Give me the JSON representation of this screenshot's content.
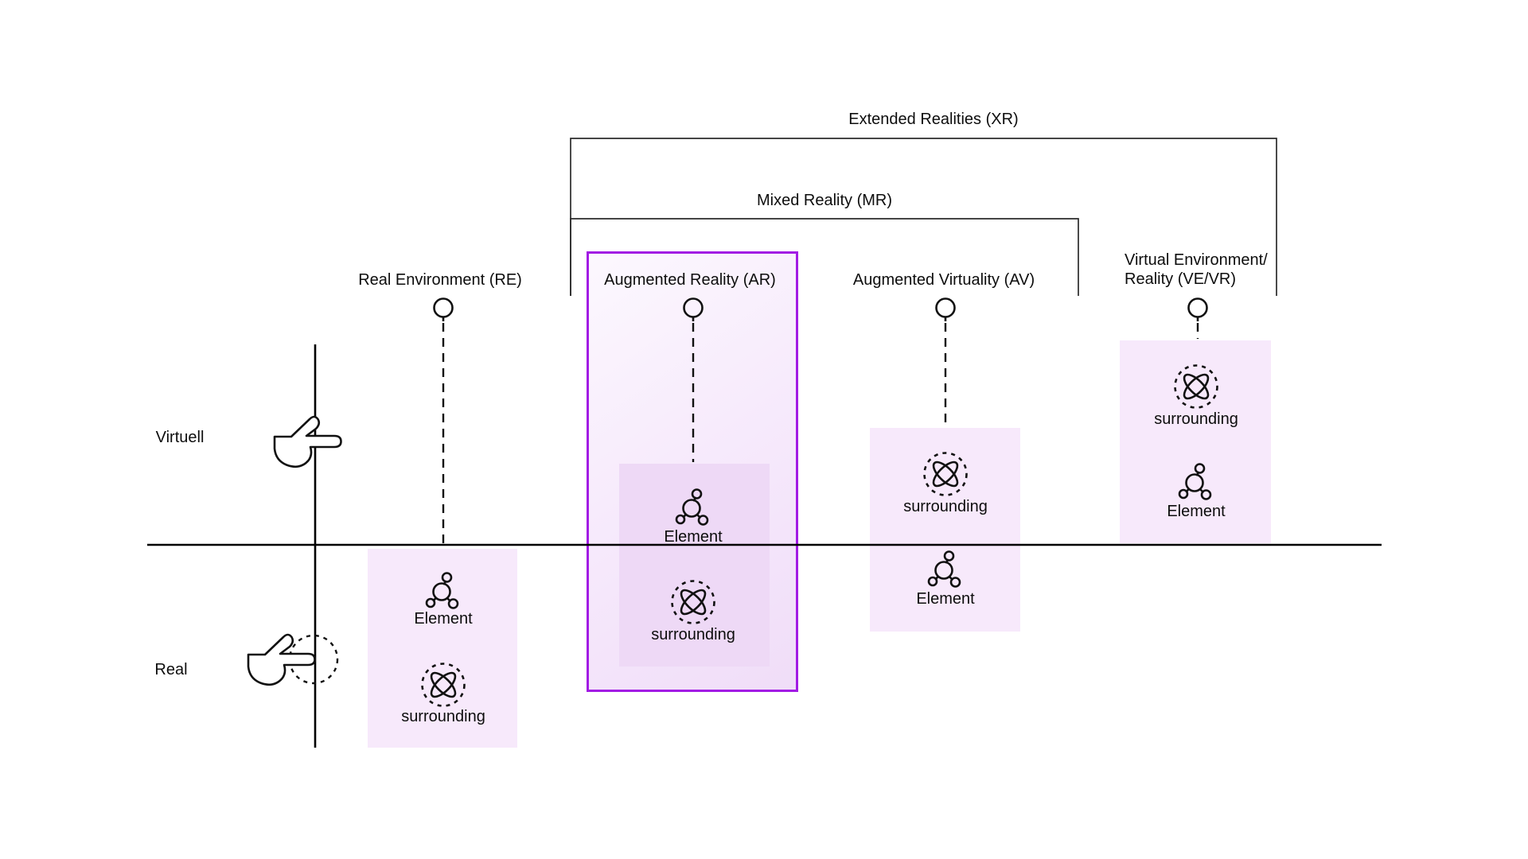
{
  "diagram": {
    "xr_title": "Extended Realities (XR)",
    "mr_title": "Mixed Reality (MR)",
    "axis": {
      "top_label": "Virtuell",
      "bottom_label": "Real"
    },
    "columns": [
      {
        "id": "re",
        "header": "Real Environment (RE)",
        "items": [
          {
            "type": "element",
            "label": "Element"
          },
          {
            "type": "surrounding",
            "label": "surrounding"
          }
        ]
      },
      {
        "id": "ar",
        "header": "Augmented Reality (AR)",
        "items": [
          {
            "type": "element",
            "label": "Element"
          },
          {
            "type": "surrounding",
            "label": "surrounding"
          }
        ]
      },
      {
        "id": "av",
        "header": "Augmented Virtuality (AV)",
        "items": [
          {
            "type": "surrounding",
            "label": "surrounding"
          },
          {
            "type": "element",
            "label": "Element"
          }
        ]
      },
      {
        "id": "ve",
        "header_line1": "Virtual Environment/",
        "header_line2": "Reality (VE/VR)",
        "items": [
          {
            "type": "surrounding",
            "label": "surrounding"
          },
          {
            "type": "element",
            "label": "Element"
          }
        ]
      }
    ],
    "colors": {
      "accent_purple": "#a21be4",
      "box_pink": "#f7e9fb",
      "box_pink_inner": "#eed9f6",
      "line_black": "#111111"
    }
  }
}
